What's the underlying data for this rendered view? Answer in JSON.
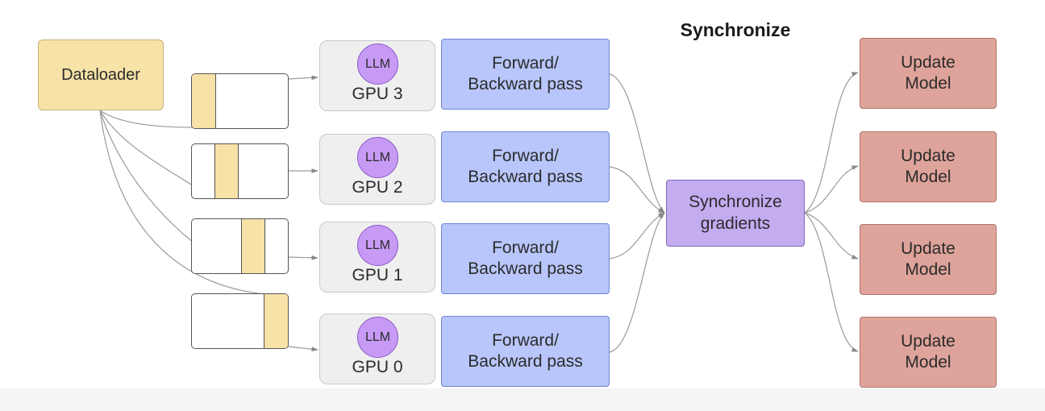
{
  "heading": "Synchronize",
  "dataloader": {
    "label": "Dataloader"
  },
  "gpus": [
    {
      "llm": "LLM",
      "label": "GPU 3"
    },
    {
      "llm": "LLM",
      "label": "GPU 2"
    },
    {
      "llm": "LLM",
      "label": "GPU 1"
    },
    {
      "llm": "LLM",
      "label": "GPU 0"
    }
  ],
  "forward_backward": [
    {
      "line1": "Forward/",
      "line2": "Backward pass"
    },
    {
      "line1": "Forward/",
      "line2": "Backward pass"
    },
    {
      "line1": "Forward/",
      "line2": "Backward pass"
    },
    {
      "line1": "Forward/",
      "line2": "Backward pass"
    }
  ],
  "sync_gradients": {
    "line1": "Synchronize",
    "line2": "gradients"
  },
  "updates": [
    {
      "line1": "Update",
      "line2": "Model"
    },
    {
      "line1": "Update",
      "line2": "Model"
    },
    {
      "line1": "Update",
      "line2": "Model"
    },
    {
      "line1": "Update",
      "line2": "Model"
    }
  ],
  "colors": {
    "dataloader": "#f7e2a7",
    "gpu_panel": "#efefef",
    "llm_circle": "#c79af6",
    "forward_backward": "#b8c6fb",
    "sync_gradients": "#c4acf1",
    "update_model": "#dea39a"
  }
}
